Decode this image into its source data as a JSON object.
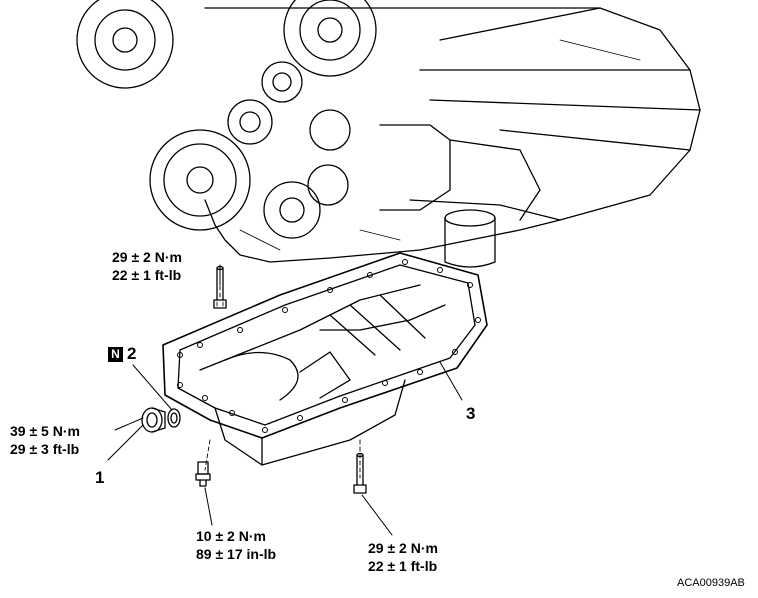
{
  "torques": {
    "top_bolt": {
      "line1": "29 ± 2 N·m",
      "line2": "22 ± 1 ft-lb"
    },
    "drain_plug": {
      "line1": "39 ± 5 N·m",
      "line2": "29 ± 3 ft-lb"
    },
    "small_bolt": {
      "line1": "10 ± 2 N·m",
      "line2": "89 ± 17 in-lb"
    },
    "bottom_bolt": {
      "line1": "29 ± 2 N·m",
      "line2": "22 ± 1 ft-lb"
    }
  },
  "callouts": {
    "drain_plug_number": "1",
    "gasket_number": "2",
    "oil_pan_number": "3",
    "new_part_marker": "N"
  },
  "figure_code": "ACA00939AB"
}
